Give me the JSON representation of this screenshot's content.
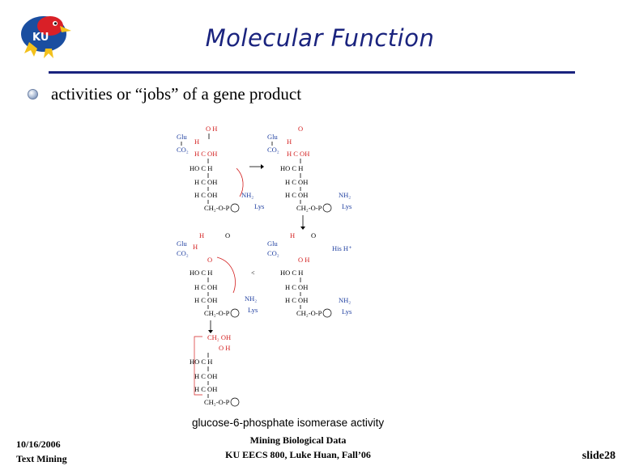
{
  "header": {
    "title": "Molecular Function",
    "logo_text": "KU"
  },
  "content": {
    "bullet": "activities or “jobs” of a gene product",
    "figure_caption": "glucose-6-phosphate isomerase activity",
    "figure_labels": {
      "glu": "Glu",
      "co2": "CO₂",
      "his": "His H⁺",
      "lys": "Lys",
      "nh2": "NH₂",
      "h_oh": "H C OH",
      "ho_h": "HO C H",
      "ch2o_p": "CH₂-O-P",
      "ch2oh": "CH₂ OH",
      "p": "P",
      "o_h": "O H",
      "h": "H",
      "o": "O"
    }
  },
  "footer": {
    "date": "10/16/2006",
    "course_short": "Text Mining",
    "course_title": "Mining Biological Data",
    "course_info": "KU EECS 800, Luke Huan, Fall’06",
    "slide_label": "slide28"
  },
  "colors": {
    "title": "#1a237e",
    "rule": "#1a237e",
    "chem_blue": "#1f3fa0",
    "chem_red": "#d32020"
  }
}
